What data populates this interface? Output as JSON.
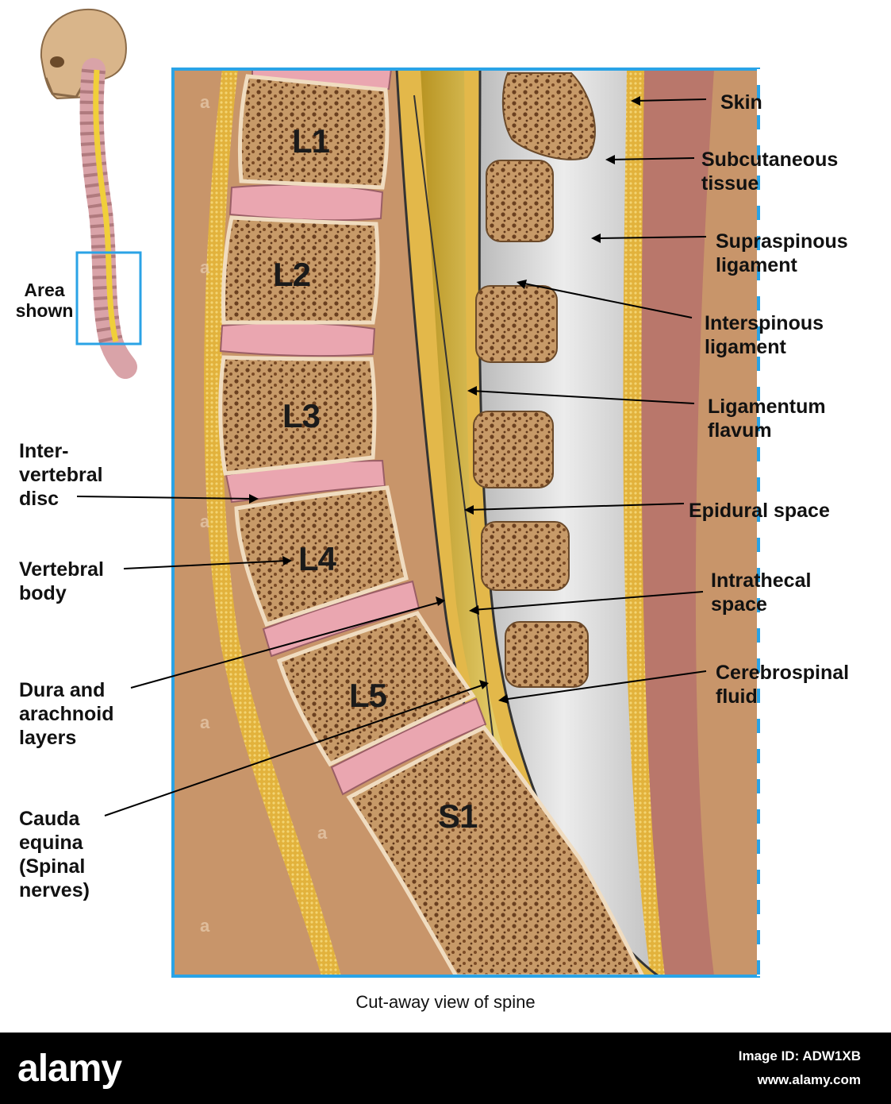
{
  "inset": {
    "area_label": [
      "Area",
      "shown"
    ]
  },
  "vertebrae": [
    "L1",
    "L2",
    "L3",
    "L4",
    "L5",
    "S1"
  ],
  "labels_right": {
    "skin": [
      "Skin"
    ],
    "subcutaneous": [
      "Subcutaneous",
      "tissue"
    ],
    "supraspinous": [
      "Supraspinous",
      "ligament"
    ],
    "interspinous": [
      "Interspinous",
      "ligament"
    ],
    "ligamentum": [
      "Ligamentum",
      "flavum"
    ],
    "epidural": [
      "Epidural space"
    ],
    "intrathecal": [
      "Intrathecal",
      "space"
    ],
    "csf": [
      "Cerebrospinal",
      "fluid"
    ]
  },
  "labels_left": {
    "disc": [
      "Inter-",
      "vertebral",
      "disc"
    ],
    "body": [
      "Vertebral",
      "body"
    ],
    "dura": [
      "Dura and",
      "arachnoid",
      "layers"
    ],
    "cauda": [
      "Cauda",
      "equina",
      "(Spinal",
      "nerves)"
    ]
  },
  "caption": "Cut-away view of spine",
  "footer": {
    "logo": "alamy",
    "stock_id": "Image ID: ADW1XB",
    "site": "www.alamy.com"
  },
  "colors": {
    "frame": "#2aa3e6",
    "bone": "#c9a070",
    "disc": "#e9a3ad",
    "cord": "#e8c83a",
    "background": "#c8956a"
  }
}
